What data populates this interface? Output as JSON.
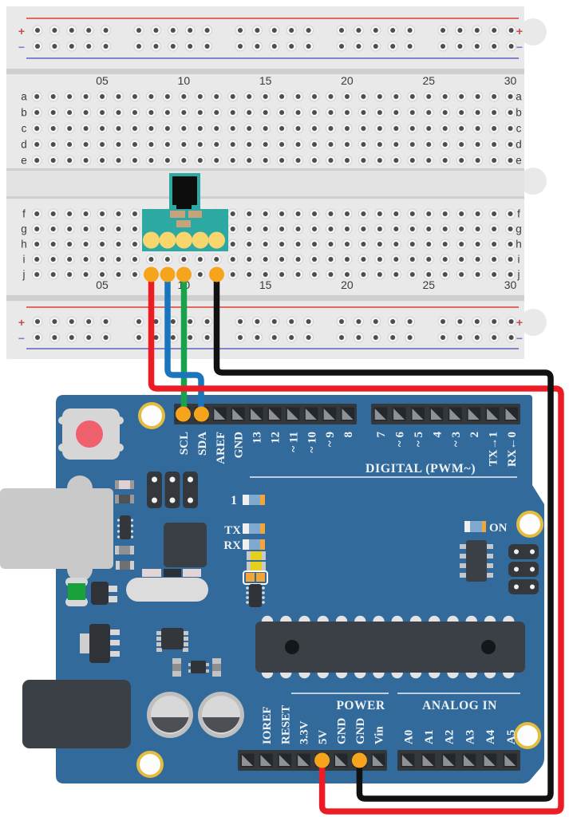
{
  "page": {
    "background": "#ffffff"
  },
  "breadboard": {
    "row_letters_top": [
      "a",
      "b",
      "c",
      "d",
      "e"
    ],
    "row_letters_bottom": [
      "f",
      "g",
      "h",
      "i",
      "j"
    ],
    "column_labels": [
      "05",
      "10",
      "15",
      "20",
      "25",
      "30"
    ],
    "plus_label": "+",
    "minus_label": "−",
    "colors": {
      "body": "#e9e9e9",
      "divider": "#cfcfcf",
      "hole_ring": "#f5f5f5",
      "hole_center": "#4d4d4d",
      "rail_red_line": "#e0685c",
      "rail_blue_line": "#8084c8",
      "plus": "#c84b4b",
      "minus": "#7a7ec8"
    }
  },
  "sensor": {
    "pin_count": 5,
    "colors": {
      "board": "#2ba9a2",
      "component": "#0d0d0d",
      "pad": "#c7a27c",
      "pin": "#f9d66d"
    }
  },
  "arduino": {
    "digital_pins_left": [
      "SCL",
      "SDA",
      "AREF",
      "GND",
      "13",
      "12",
      "~ 11",
      "~ 10",
      "~ 9",
      "8"
    ],
    "digital_pins_right": [
      "7",
      "~ 6",
      "~ 5",
      "4",
      "~ 3",
      "2",
      "TX→1",
      "RX←0"
    ],
    "digital_label": "DIGITAL (PWM~)",
    "power_pins": [
      "IOREF",
      "RESET",
      "3.3V",
      "5V",
      "GND",
      "GND",
      "Vin"
    ],
    "power_label": "POWER",
    "analog_pins": [
      "A0",
      "A1",
      "A2",
      "A3",
      "A4",
      "A5"
    ],
    "analog_label": "ANALOG IN",
    "led1_label": "1",
    "tx_label": "TX",
    "rx_label": "RX",
    "on_label": "ON",
    "colors": {
      "board": "#316a9b",
      "header_strip": "#33383d",
      "pin_hole": "#24282c",
      "pin_triangle": "#8e9296",
      "silkscreen": "#eef2f5",
      "chip": "#3b4046",
      "usb_shield": "#c9c9c9",
      "power_jack": "#3a4046",
      "mount_ring": "#e4bc3f",
      "led_orange": "#f2a53a",
      "led_blue": "#7fa9cf",
      "led_yellow": "#e5cf1f",
      "reset_red": "#ef5f6d"
    }
  },
  "wires": {
    "scl_wire": {
      "color": "#18a24c",
      "from": "breadboard j10",
      "to": "SCL"
    },
    "sda_wire": {
      "color": "#1b75bc",
      "from": "breadboard j9",
      "to": "SDA"
    },
    "power_wire": {
      "color": "#ed1c24",
      "from": "breadboard j8",
      "to": "5V"
    },
    "ground_wire": {
      "color": "#111111",
      "from": "breadboard j12",
      "to": "GND"
    },
    "connector_color": "#f7a41d"
  }
}
